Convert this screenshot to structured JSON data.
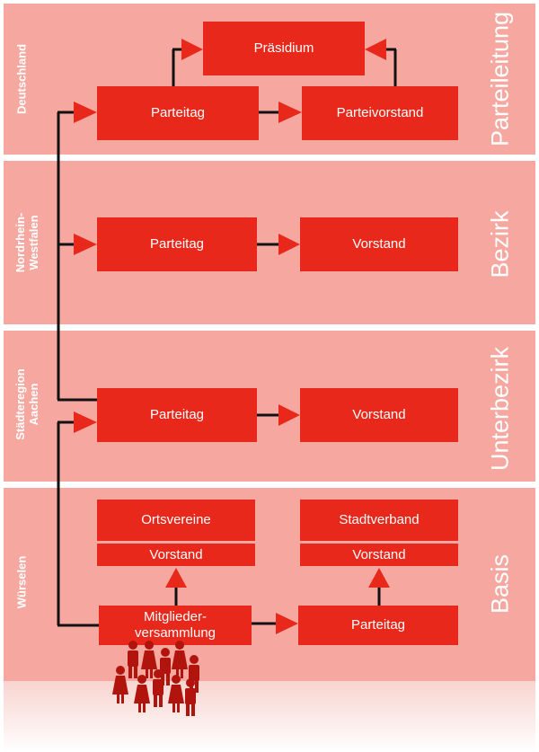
{
  "colors": {
    "band": "#f6a8a0",
    "box": "#e8281a",
    "line": "#111111",
    "arrow": "#e8281a",
    "people": "#b0140c"
  },
  "levels": {
    "deutschland": {
      "region": "Deutschland",
      "tier": "Parteileitung"
    },
    "nrw": {
      "region_line1": "Nordrhein-",
      "region_line2": "Westfalen",
      "tier": "Bezirk"
    },
    "aachen": {
      "region_line1": "Städteregion",
      "region_line2": "Aachen",
      "tier": "Unterbezirk"
    },
    "wuerselen": {
      "region": "Würselen",
      "tier": "Basis"
    }
  },
  "boxes": {
    "praesidium": "Präsidium",
    "parteitag_bund": "Parteitag",
    "parteivorstand": "Parteivorstand",
    "parteitag_bezirk": "Parteitag",
    "vorstand_bezirk": "Vorstand",
    "parteitag_unterbezirk": "Parteitag",
    "vorstand_unterbezirk": "Vorstand",
    "ortsvereine": "Ortsvereine",
    "vorstand_ortsvereine": "Vorstand",
    "stadtverband": "Stadtverband",
    "vorstand_stadtverband": "Vorstand",
    "mitglieder_line1": "Mitglieder-",
    "mitglieder_line2": "versammlung",
    "parteitag_basis": "Parteitag"
  },
  "icons": {
    "members": "people-group-icon"
  }
}
